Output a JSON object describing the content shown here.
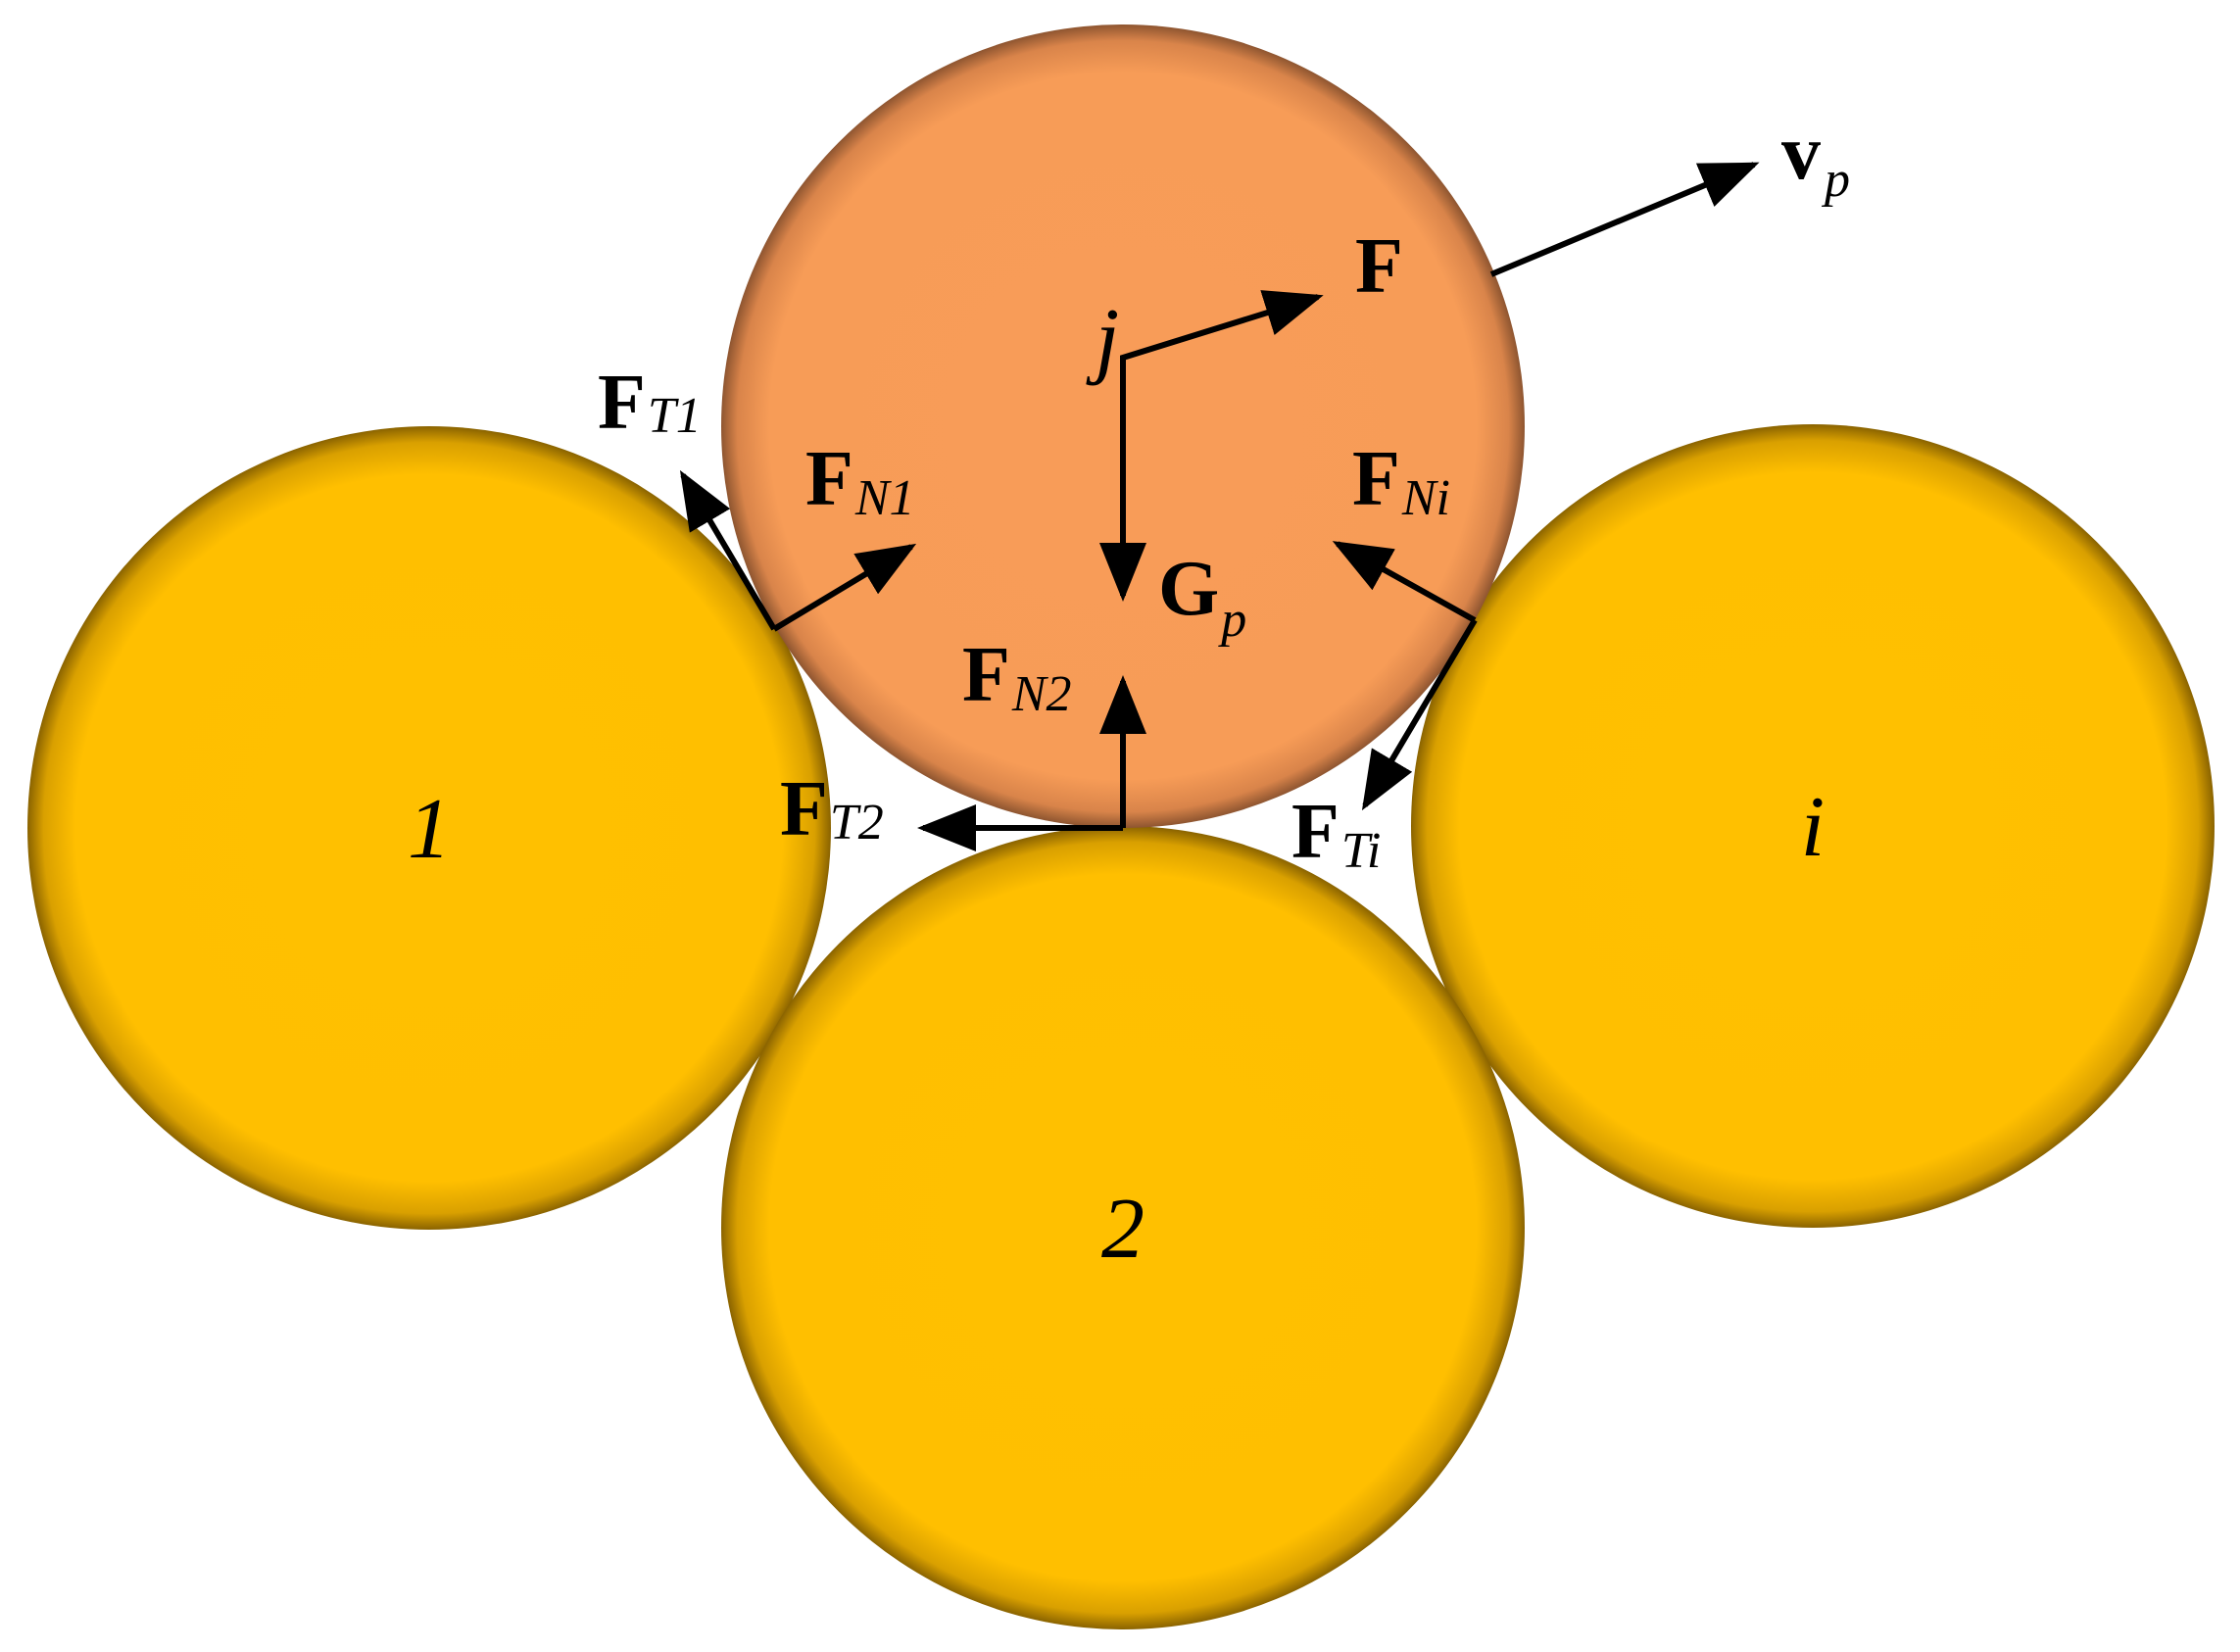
{
  "particles": {
    "p1": {
      "label": "1"
    },
    "p2": {
      "label": "2"
    },
    "pi": {
      "label": "i"
    },
    "pj": {
      "label": "j"
    }
  },
  "forces": {
    "F": {
      "main": "F",
      "sub": ""
    },
    "vp": {
      "main": "v",
      "sub": "p"
    },
    "Gp": {
      "main": "G",
      "sub": "p"
    },
    "FT1": {
      "main": "F",
      "sub": "T1"
    },
    "FN1": {
      "main": "F",
      "sub": "N1"
    },
    "FN2": {
      "main": "F",
      "sub": "N2"
    },
    "FT2": {
      "main": "F",
      "sub": "T2"
    },
    "FNi": {
      "main": "F",
      "sub": "Ni"
    },
    "FTi": {
      "main": "F",
      "sub": "Ti"
    }
  },
  "colors": {
    "neighbor_particle": "#FFC000",
    "target_particle": "#F79646",
    "arrow": "#000000"
  }
}
